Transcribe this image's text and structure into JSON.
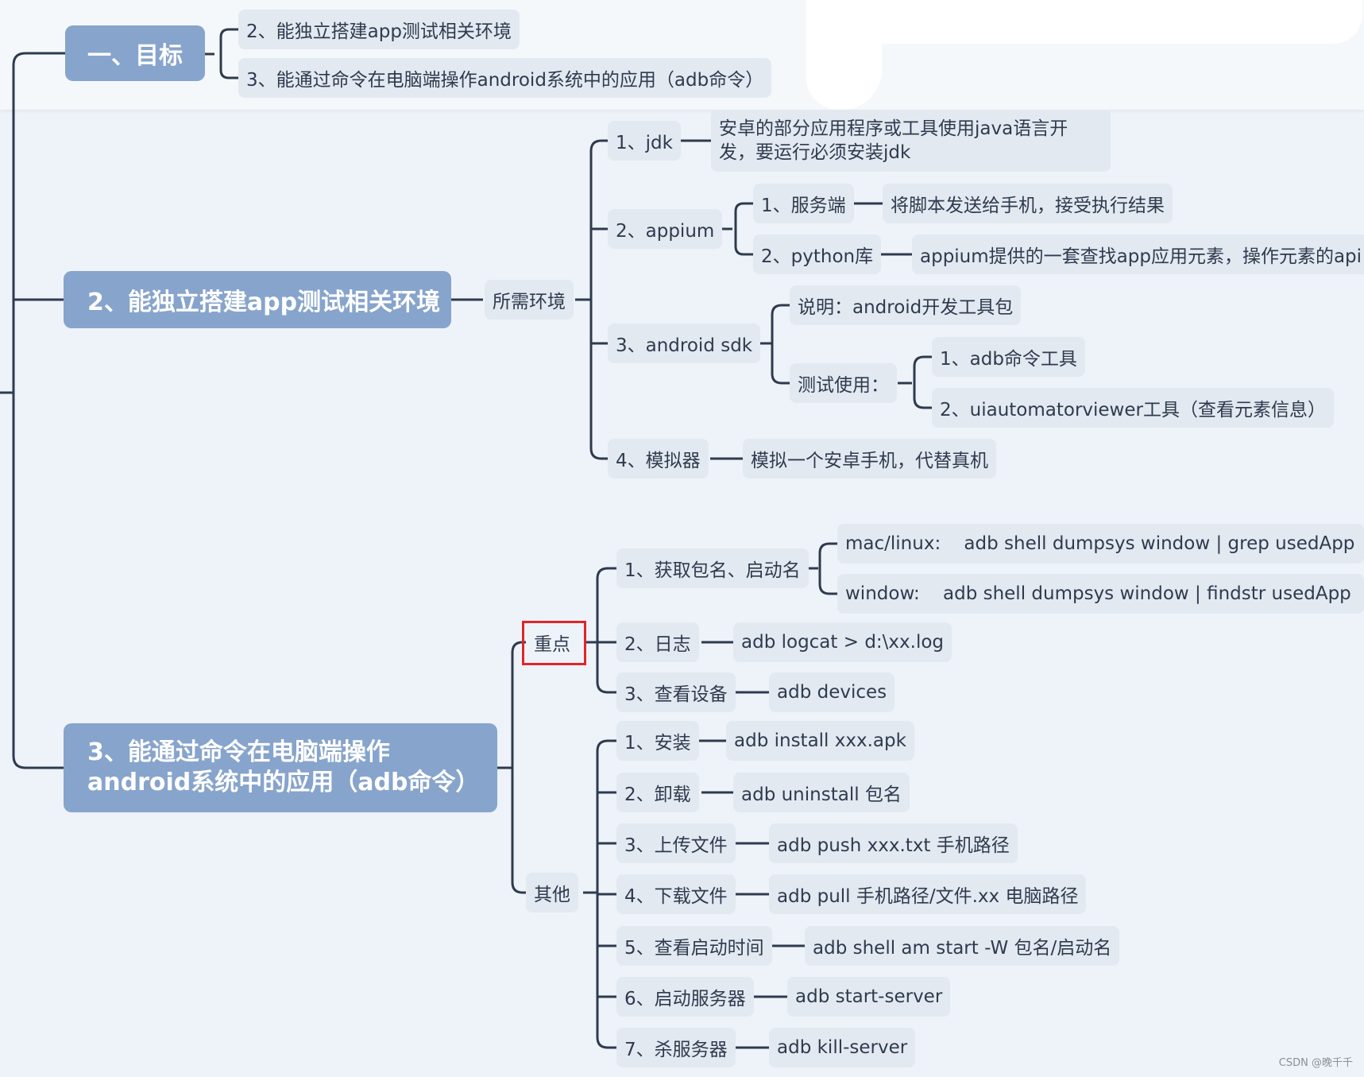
{
  "goal": {
    "title": "一、目标",
    "items": [
      "2、能独立搭建app测试相关环境",
      "3、能通过命令在电脑端操作android系统中的应用（adb命令）"
    ]
  },
  "env": {
    "title": "2、能独立搭建app测试相关环境",
    "label": "所需环境",
    "jdk": {
      "label": "1、jdk",
      "desc": "安卓的部分应用程序或工具使用java语言开发，要运行必须安装jdk"
    },
    "appium": {
      "label": "2、appium",
      "server": {
        "label": "1、服务端",
        "desc": "将脚本发送给手机，接受执行结果"
      },
      "pylib": {
        "label": "2、python库",
        "desc": "appium提供的一套查找app应用元素，操作元素的api"
      }
    },
    "sdk": {
      "label": "3、android sdk",
      "note": "说明：android开发工具包",
      "test_use": "测试使用：",
      "tools": [
        "1、adb命令工具",
        "2、uiautomatorviewer工具（查看元素信息）"
      ]
    },
    "emulator": {
      "label": "4、模拟器",
      "desc": "模拟一个安卓手机，代替真机"
    }
  },
  "adb": {
    "title": "3、能通过命令在电脑端操作android系统中的应用（adb命令）",
    "key": {
      "label": "重点",
      "pkg": {
        "label": "1、获取包名、启动名",
        "mac": "mac/linux:    adb shell dumpsys window | grep usedApp",
        "win": "window:    adb shell dumpsys window | findstr usedApp"
      },
      "log": {
        "label": "2、日志",
        "cmd": "adb logcat > d:\\xx.log"
      },
      "dev": {
        "label": "3、查看设备",
        "cmd": "adb devices"
      }
    },
    "other": {
      "label": "其他",
      "items": [
        {
          "label": "1、安装",
          "cmd": "adb install xxx.apk"
        },
        {
          "label": "2、卸载",
          "cmd": "adb uninstall 包名"
        },
        {
          "label": "3、上传文件",
          "cmd": "adb push xxx.txt 手机路径"
        },
        {
          "label": "4、下载文件",
          "cmd": "adb pull 手机路径/文件.xx 电脑路径"
        },
        {
          "label": "5、查看启动时间",
          "cmd": "adb shell am start -W 包名/启动名"
        },
        {
          "label": "6、启动服务器",
          "cmd": "adb start-server"
        },
        {
          "label": "7、杀服务器",
          "cmd": "adb kill-server"
        }
      ]
    }
  },
  "footer": "CSDN @晚千千",
  "colors": {
    "main_node": "#87a4cc",
    "sub_node": "#e3e9f1",
    "line": "#2e3b4e",
    "highlight": "#e0262a"
  }
}
